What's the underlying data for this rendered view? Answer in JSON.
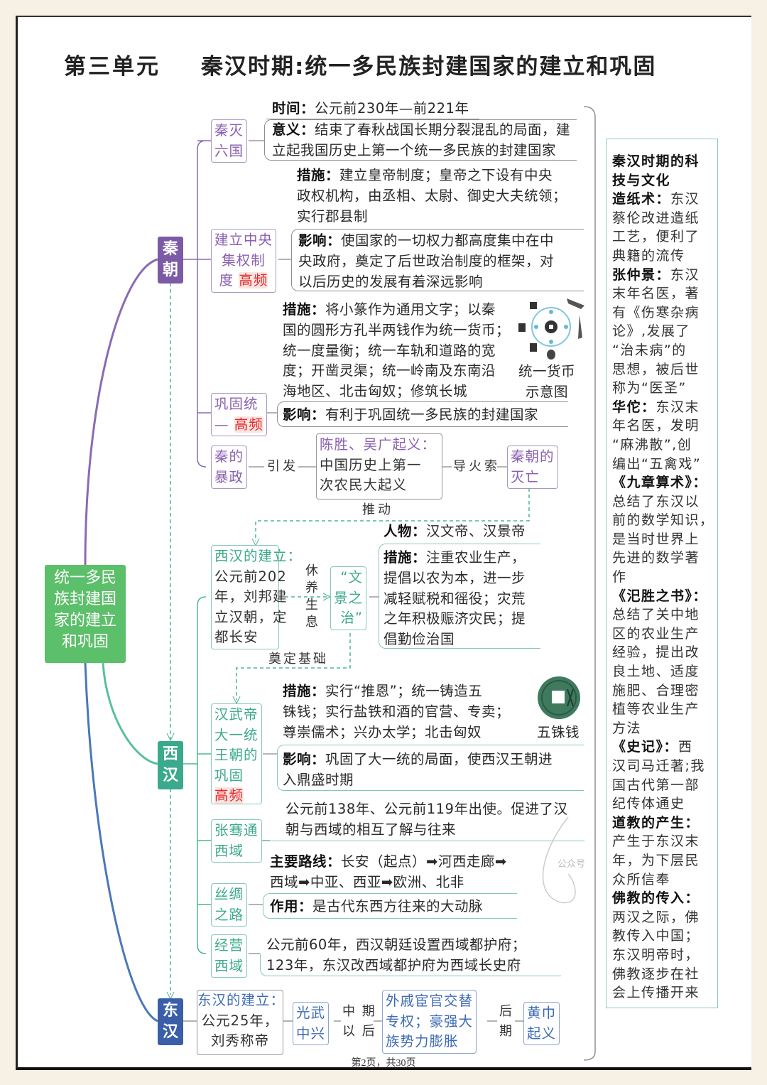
{
  "title": {
    "unit": "第三单元",
    "main": "秦汉时期:统一多民族封建国家的建立和巩固"
  },
  "root": "统一多民\n族封建国\n家的建立\n和巩固",
  "dynasties": {
    "qin": "秦\n朝",
    "xihan": "西\n汉",
    "donghan": "东\n汉"
  },
  "colors": {
    "qin": "#7b5aa6",
    "xihan": "#3aa98c",
    "donghan": "#3a5ea8",
    "root": "#5cbf6a",
    "hot": "#e02a2a"
  },
  "hot_label": "高频",
  "qin": {
    "mie": {
      "node": "秦灭\n六国",
      "time_label": "时间：",
      "time": "公元前230年—前221年",
      "sig_label": "意义：",
      "sig": "结束了春秋战国长期分裂混乱的局面，建\n立起我国历史上第一个统一多民族的封建国家"
    },
    "central": {
      "node": "建立中央\n集权制\n度 ",
      "measures_label": "措施：",
      "measures": "建立皇帝制度；皇帝之下设有中央\n政权机构，由丞相、太尉、御史大夫统领；\n实行郡县制",
      "impact_label": "影响：",
      "impact": "使国家的一切权力都高度集中在中\n央政府，奠定了后世政治制度的框架，对\n以后历史的发展有着深远影响"
    },
    "unify": {
      "node": "巩固统\n— ",
      "measures_label": "措施：",
      "measures": "将小篆作为通用文字；以秦\n国的圆形方孔半两钱作为统一货币；\n统一度量衡；统一车轨和道路的宽\n度；开凿灵渠；统一岭南及东南沿\n海地区、北击匈奴；修筑长城",
      "image_caption": "统一货币\n示意图",
      "impact_label": "影响：",
      "impact": "有利于巩固统一多民族的封建国家"
    },
    "tyranny": {
      "node": "秦的\n暴政",
      "cause": "引发",
      "uprising_title": "陈胜、吴广起义：",
      "uprising": "中国历史上第一\n次农民大起义",
      "fuse": "导火索",
      "fall": "秦朝的\n灭亡",
      "push": "推动"
    }
  },
  "xihan": {
    "found": {
      "title": "西汉的建立：",
      "text": "公元前202\n年，刘邦建\n立汉朝，定\n都长安",
      "rest": "休\n养\n生\n息",
      "wenjing": "“文\n景之\n治”",
      "people_label": "人物：",
      "people": "汉文帝、汉景帝",
      "measures_label": "措施：",
      "measures": "注重农业生产，\n提倡以农为本，进一步\n减轻赋税和徭役；灾荒\n之年积极赈济灾民；提\n倡勤俭治国",
      "basis": "奠定基础"
    },
    "wudi": {
      "node": "汉武帝\n大一统\n王朝的\n巩固",
      "measures_label": "措施：",
      "measures": "实行“推恩”；统一铸造五\n铢钱；实行盐铁和酒的官营、专卖；\n尊崇儒术；兴办太学；北击匈奴",
      "coin_caption": "五铢钱",
      "impact_label": "影响：",
      "impact": "巩固了大一统的局面，使西汉王朝进\n入鼎盛时期"
    },
    "zhangqian": {
      "node": "张骞通\n西域",
      "text": "公元前138年、公元前119年出使。促进了汉\n朝与西域的相互了解与往来"
    },
    "silk": {
      "node": "丝绸\n之路",
      "route_label": "主要路线：",
      "route": "长安（起点）➡河西走廊➡\n西域➡中亚、西亚➡欧洲、北非",
      "role_label": "作用：",
      "role": "是古代东西方往来的大动脉"
    },
    "manage": {
      "node": "经营\n西域",
      "text": "公元前60年，西汉朝廷设置西域都护府；\n123年，东汉改西域都护府为西域长史府"
    }
  },
  "donghan": {
    "found_title": "东汉的建立：",
    "found": "公元25年，\n刘秀称帝",
    "guangwu": "光武\n中兴",
    "mid": "中 期\n以 后",
    "crisis": "外戚宦官交替\n专权；豪强大\n族势力膨胀",
    "late": "后\n期",
    "yellow": "黄巾\n起义"
  },
  "right": {
    "title": "秦汉时期的科\n技与文化",
    "items": [
      {
        "h": "造纸术：",
        "t": "东汉\n蔡伦改进造纸\n工艺，便利了\n典籍的流传"
      },
      {
        "h": "张仲景：",
        "t": "东汉\n末年名医，著\n有《伤寒杂病\n论》,发展了\n“治未病”的\n思想，被后世\n称为“医圣”"
      },
      {
        "h": "华佗：",
        "t": "东汉末\n年名医，发明\n“麻沸散”,创\n编出“五禽戏”"
      },
      {
        "h": "《九章算术》：",
        "t": "\n总结了东汉以\n前的数学知识，\n是当时世界上\n先进的数学著\n作"
      },
      {
        "h": "《汜胜之书》：",
        "t": "\n总结了关中地\n区的农业生产\n经验，提出改\n良土地、适度\n施肥、合理密\n植等农业生产\n方法"
      },
      {
        "h": "《史记》：",
        "t": "西\n汉司马迁著;我\n国古代第一部\n纪传体通史"
      },
      {
        "h": "道教的产生：",
        "t": "\n产生于东汉末\n年，为下层民\n众所信奉"
      },
      {
        "h": "佛教的传入：",
        "t": "\n两汉之际，佛\n教传入中国；\n东汉明帝时，\n佛教逐步在社\n会上传播开来"
      }
    ]
  },
  "watermark": "公众号",
  "footer": "第2页，共30页"
}
